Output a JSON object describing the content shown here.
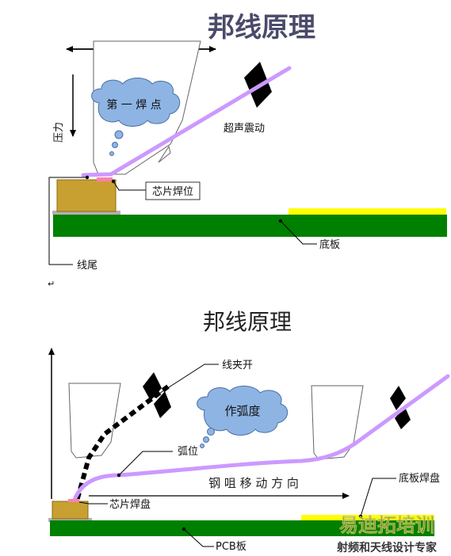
{
  "top": {
    "title": "邦线原理",
    "cloud_label": "第 一 焊 点",
    "pressure_label": "压力",
    "ultrasonic_label": "超声震动",
    "chip_pad_label": "芯片焊位",
    "substrate_label": "底板",
    "tail_label": "线尾"
  },
  "return_mark": "↵",
  "bottom": {
    "title": "邦线原理",
    "clamp_open_label": "线夹开",
    "cloud_label": "作弧度",
    "arc_label": "弧位",
    "move_direction_label": "钢 咀 移 动 方 向",
    "chip_pad_label": "芯片焊盘",
    "substrate_pad_label": "底板焊盘",
    "pcb_label": "PCB板"
  },
  "watermark": {
    "line1": "易迪拓培训",
    "line2": "射频和天线设计专家"
  },
  "colors": {
    "wire": "#cc99ff",
    "board": "#008000",
    "chip": "#c8a032",
    "pad_yellow": "#ffff00",
    "cloud": "#8eb4e3",
    "title": "#4a4a6a"
  }
}
